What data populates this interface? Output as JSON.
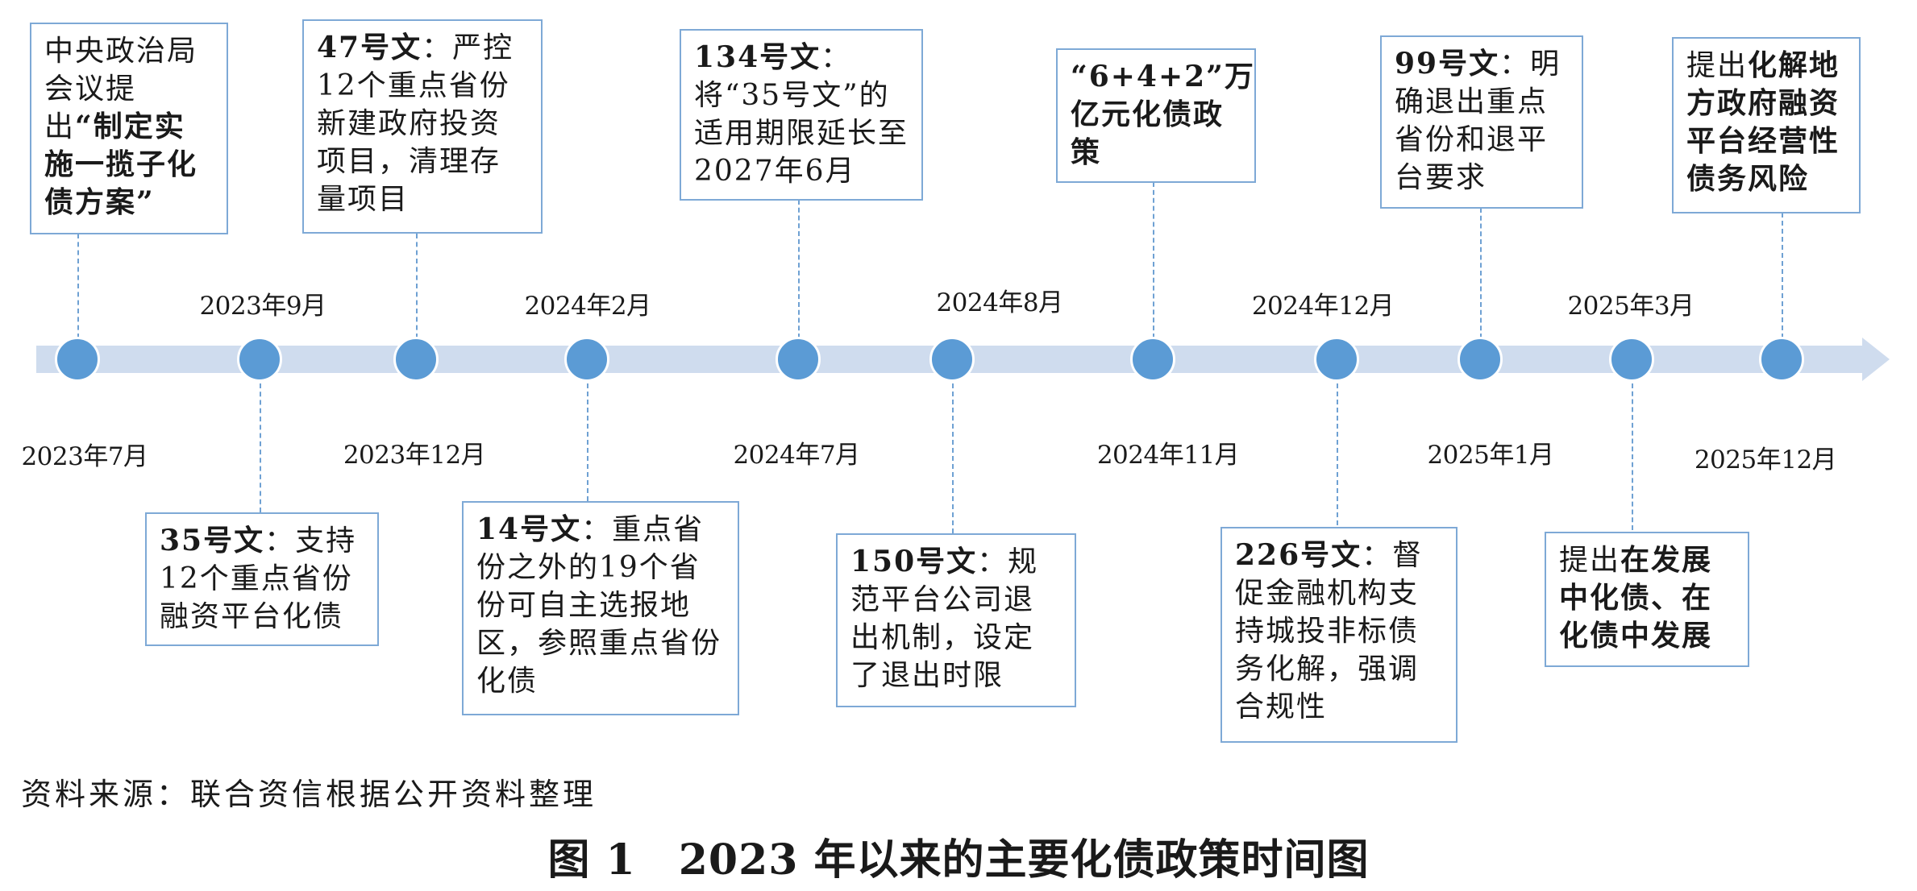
{
  "events": [
    {
      "date": "2023年7月",
      "bold": "",
      "text": "中央政治局会议提出",
      "bold_tail": "“制定实施一揽子化债方案”"
    },
    {
      "date": "2023年9月",
      "bold": "35号文",
      "text": "：支持12个重点省份融资平台化债",
      "bold_tail": ""
    },
    {
      "date": "2023年12月",
      "bold": "47号文",
      "text": "：严控12个重点省份新建政府投资项目，清理存量项目",
      "bold_tail": ""
    },
    {
      "date": "2024年2月",
      "bold": "14号文",
      "text": "：重点省份之外的19个省份可自主选报地区，参照重点省份化债",
      "bold_tail": ""
    },
    {
      "date": "2024年7月",
      "bold": "134号文",
      "text": "：将“35号文”的适用期限延长至2027年6月",
      "bold_tail": ""
    },
    {
      "date": "2024年8月",
      "bold": "150号文",
      "text": "：规范平台公司退出机制，设定了退出时限",
      "bold_tail": ""
    },
    {
      "date": "2024年11月",
      "bold": "“6+4+2”万亿元化债政策",
      "text": "",
      "bold_tail": ""
    },
    {
      "date": "2024年12月",
      "bold": "226号文",
      "text": "：督促金融机构支持城投非标债务化解，强调合规性",
      "bold_tail": ""
    },
    {
      "date": "2025年1月",
      "bold": "99号文",
      "text": "：明确退出重点省份和退平台要求",
      "bold_tail": ""
    },
    {
      "date": "2025年3月",
      "bold": "",
      "text": "提出",
      "bold_tail": "在发展中化债、在化债中发展"
    },
    {
      "date": "2025年12月",
      "bold": "",
      "text": "提出",
      "bold_tail": "化解地方政府融资平台经营性债务风险"
    }
  ],
  "source": "资料来源：联合资信根据公开资料整理",
  "caption": "图 1　2023 年以来的主要化债政策时间图",
  "colors": {
    "axis": "#cfdcee",
    "dot": "#5b9bd5",
    "box_border": "#7ea9d6",
    "connector": "#6fa1d3"
  }
}
